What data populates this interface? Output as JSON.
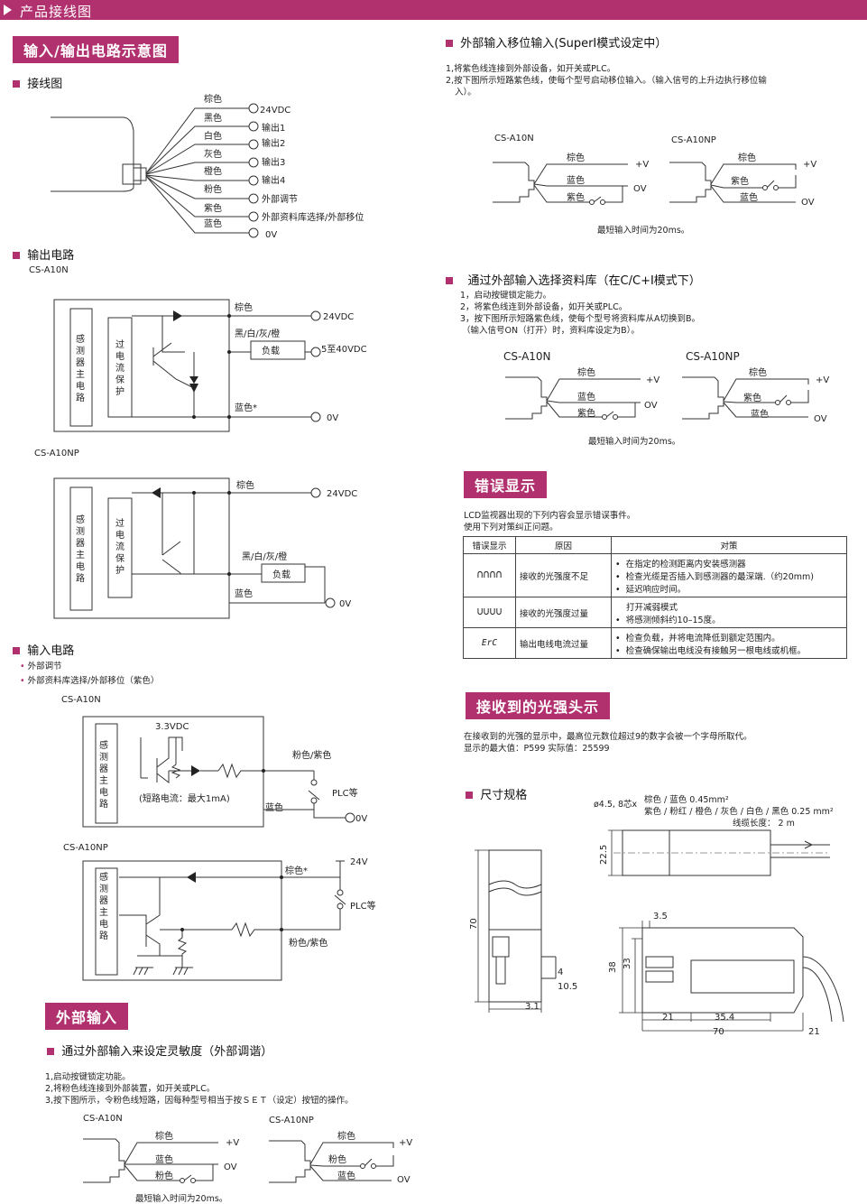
{
  "header": {
    "title": "产品接线图"
  },
  "sec_io": {
    "tag": "输入/输出电路示意图",
    "wiring_title": "接线图",
    "wires": [
      {
        "color": "棕色",
        "label": "24VDC"
      },
      {
        "color": "黑色",
        "label": "输出1"
      },
      {
        "color": "白色",
        "label": "输出2"
      },
      {
        "color": "灰色",
        "label": "输出3"
      },
      {
        "color": "橙色",
        "label": "输出4"
      },
      {
        "color": "粉色",
        "label": "外部调节"
      },
      {
        "color": "紫色",
        "label": "外部资料库选择/外部移位"
      },
      {
        "color": "蓝色",
        "label": "0V"
      }
    ]
  },
  "out": {
    "title": "输出电路",
    "model_n": "CS-A10N",
    "model_np": "CS-A10NP",
    "main_circuit": "感测器主电路",
    "protect": "过电流保护",
    "brown": "棕色",
    "bwgo": "黑/白/灰/橙",
    "load": "负载",
    "v24": "24VDC",
    "v5_40": "5至40VDC",
    "blue_star": "蓝色*",
    "blue": "蓝色",
    "v0": "0V"
  },
  "inp": {
    "title": "输入电路",
    "items": [
      "外部调节",
      "外部资料库选择/外部移位（紫色）"
    ],
    "model_n": "CS-A10N",
    "model_np": "CS-A10NP",
    "main_circuit": "感测器主电路",
    "v33": "3.3VDC",
    "short_current": "(短路电流：最大1mA)",
    "pink_purple": "粉色/紫色",
    "plc": "PLC等",
    "blue": "蓝色",
    "v0": "0V",
    "brown_star": "棕色*",
    "v24": "24V"
  },
  "ext": {
    "tag": "外部输入",
    "sub": "通过外部输入来设定灵敏度（外部调谐）",
    "steps": [
      "1,启动按键锁定功能。",
      "2,将粉色线连接到外部装置，如开关或PLC。",
      "3,按下图所示，令粉色线短路，因每种型号相当于按ＳＥＴ（设定）按钮的操作。"
    ],
    "model_n": "CS-A10N",
    "model_np": "CS-A10NP",
    "brown": "棕色",
    "blue": "蓝色",
    "pink": "粉色",
    "vplus": "+V",
    "v0": "OV",
    "min_time": "最短输入时间为20ms。"
  },
  "shift": {
    "title": "外部输入移位输入(SuperI模式设定中）",
    "steps": [
      "1,将紫色线连接到外部设备，如开关或PLC。",
      "2,按下图所示短路紫色线，使每个型号启动移位输入。（输入信号的上升边执行移位输",
      "入）。"
    ],
    "model_n": "CS-A10N",
    "model_np": "CS-A10NP",
    "brown": "棕色",
    "blue": "蓝色",
    "purple": "紫色",
    "vplus": "+V",
    "v0": "OV",
    "min_time": "最短输入时间为20ms。"
  },
  "bank": {
    "title": "通过外部输入选择资料库（在C/C+I模式下）",
    "steps": [
      "1，启动按键锁定能力。",
      "2，将紫色线连到外部设备，如开关或PLC。",
      "3，按下图所示短路紫色线，使每个型号将资料库从A切换到B。",
      "（输入信号ON（打开）时，资料库设定为B）。"
    ],
    "model_n": "CS-A10N",
    "model_np": "CS-A10NP",
    "brown": "棕色",
    "blue": "蓝色",
    "purple": "紫色",
    "vplus": "+V",
    "v0": "OV",
    "min_time": "最短输入时间为20ms。"
  },
  "err": {
    "tag": "错误显示",
    "desc1": "LCD监视器出现的下列内容会显示错误事件。",
    "desc2": "使用下列对策纠正问题。",
    "headers": [
      "错误显示",
      "原因",
      "对策"
    ],
    "rows": [
      {
        "code": "ᑎᑎᑎᑎ",
        "cause": "接收的光强度不足",
        "fix": [
          "在指定的检测距离内安装感测器",
          "检查光缆是否插入到感测器的最深端.（约20mm)",
          "延迟响应时间。"
        ]
      },
      {
        "code": "ᑌᑌᑌᑌ",
        "cause": "接收的光强度过量",
        "fix": [
          "打开减弱模式",
          "将感测倾斜约10–15度。"
        ]
      },
      {
        "code": "ErC",
        "cause": "输出电线电流过量",
        "fix": [
          "检查负载，并将电流降低到额定范围内。",
          "检查确保输出电线没有接触另一根电线或机框。"
        ]
      }
    ]
  },
  "light": {
    "tag": "接收到的光强头示",
    "l1": "在接收到的光强的显示中，最高位元数位超过9的数字会被一个字母所取代。",
    "l2": "显示的最大值：P599   实际值：25599"
  },
  "dims": {
    "title": "尺寸规格",
    "spec1": "ø4.5, 8芯x",
    "spec2": "棕色 / 蓝色 0.45mm²",
    "spec3": "紫色 / 粉红 / 橙色 / 灰色 / 白色 / 黑色 0.25 mm²",
    "spec4": "线缆长度： 2 m",
    "d22_5": "22.5",
    "d70": "70",
    "d4": "4",
    "d10_5": "10.5",
    "d3_1": "3.1",
    "d3_5": "3.5",
    "d38": "38",
    "d33": "33",
    "d21": "21",
    "d35_4": "35.4",
    "d70b": "70",
    "d21b": "21"
  }
}
